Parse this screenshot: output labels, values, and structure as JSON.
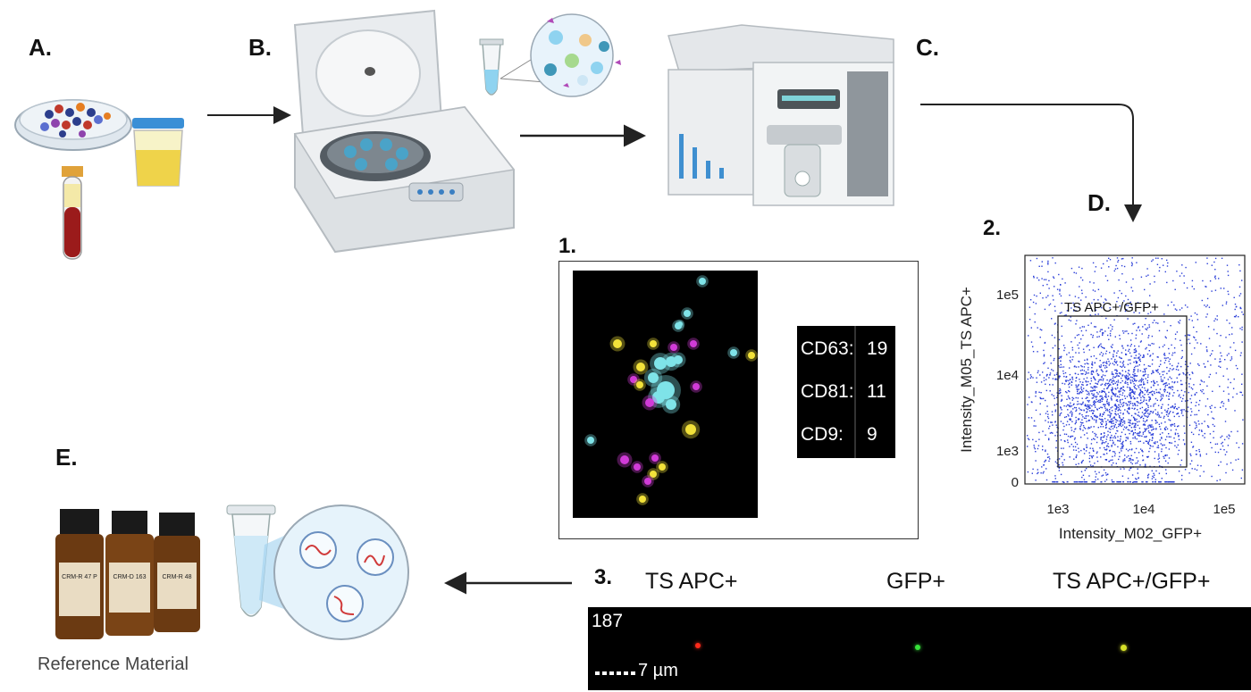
{
  "steps": {
    "a": "A.",
    "b": "B.",
    "c": "C.",
    "d": "D.",
    "e": "E."
  },
  "panels": {
    "one": "1.",
    "two": "2.",
    "three": "3."
  },
  "panel1": {
    "counts": [
      {
        "label": "CD63:",
        "value": "19"
      },
      {
        "label": "CD81:",
        "value": "11"
      },
      {
        "label": "CD9:",
        "value": "9"
      }
    ]
  },
  "panel2": {
    "gate_label": "TS APC+/GFP+",
    "xlabel": "Intensity_M02_GFP+",
    "ylabel": "Intensity_M05_TS APC+",
    "x_ticks": [
      "1e3",
      "1e4",
      "1e5"
    ],
    "y_ticks": [
      "1e5",
      "1e4",
      "1e3",
      "0"
    ]
  },
  "panel3": {
    "channels": [
      "TS APC+",
      "GFP+",
      "TS APC+/GFP+"
    ],
    "object_id": "187",
    "scale_label": "7 µm"
  },
  "reference_caption": "Reference Material",
  "vial_labels": [
    "CRM-R 47 P",
    "CRM-D 163",
    "CRM-R 48"
  ],
  "colors": {
    "dot_cyan": "#7fe3e8",
    "dot_magenta": "#d13bd8",
    "dot_yellow": "#f2e13a",
    "scatter_points": "#2b3fd8",
    "tube_blue": "#8fd3f0",
    "instrument_gray": "#c9cdd0"
  }
}
